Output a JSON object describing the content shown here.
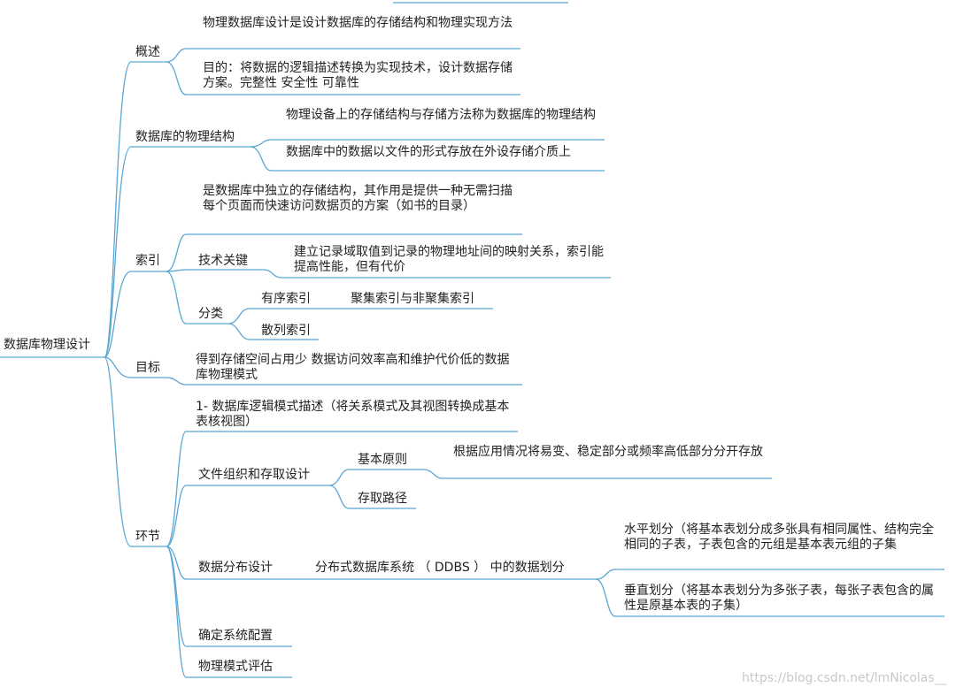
{
  "root": "数据库物理设计",
  "overview": {
    "label": "概述",
    "item1": "物理数据库设计是设计数据库的存储结构和物理实现方法",
    "item2": "目的：将数据的逻辑描述转换为实现技术，设计数据存储方案。完整性 安全性 可靠性"
  },
  "physical_structure": {
    "label": "数据库的物理结构",
    "item1": "物理设备上的存储结构与存储方法称为数据库的物理结构",
    "item2": "数据库中的数据以文件的形式存放在外设存储介质上"
  },
  "index": {
    "label": "索引",
    "definition": "是数据库中独立的存储结构，其作用是提供一种无需扫描每个页面而快速访问数据页的方案（如书的目录）",
    "tech_key": {
      "label": "技术关键",
      "text": "建立记录域取值到记录的物理地址间的映射关系，索引能提高性能，但有代价"
    },
    "category": {
      "label": "分类",
      "ordered": "有序索引",
      "clustered": "聚集索引与非聚集索引",
      "hash": "散列索引"
    }
  },
  "goal": {
    "label": "目标",
    "text": "得到存储空间占用少 数据访问效率高和维护代价低的数据库物理模式"
  },
  "steps": {
    "label": "环节",
    "step1": "1- 数据库逻辑模式描述（将关系模式及其视图转换成基本表核视图）",
    "file_org": {
      "label": "文件组织和存取设计",
      "principle": "基本原则",
      "principle_text": "根据应用情况将易变、稳定部分或频率高低部分分开存放",
      "access_path": "存取路径"
    },
    "distribution": {
      "label": "数据分布设计",
      "ddbs": "分布式数据库系统 （ DDBS ） 中的数据划分",
      "horizontal": "水平划分（将基本表划分成多张具有相同属性、结构完全相同的子表，子表包含的元组是基本表元组的子集",
      "vertical": "垂直划分（将基本表划分为多张子表，每张子表包含的属性是原基本表的子集）"
    },
    "config": "确定系统配置",
    "evaluate": "物理模式评估"
  },
  "watermark": "https://blog.csdn.net/lmNicolas__"
}
